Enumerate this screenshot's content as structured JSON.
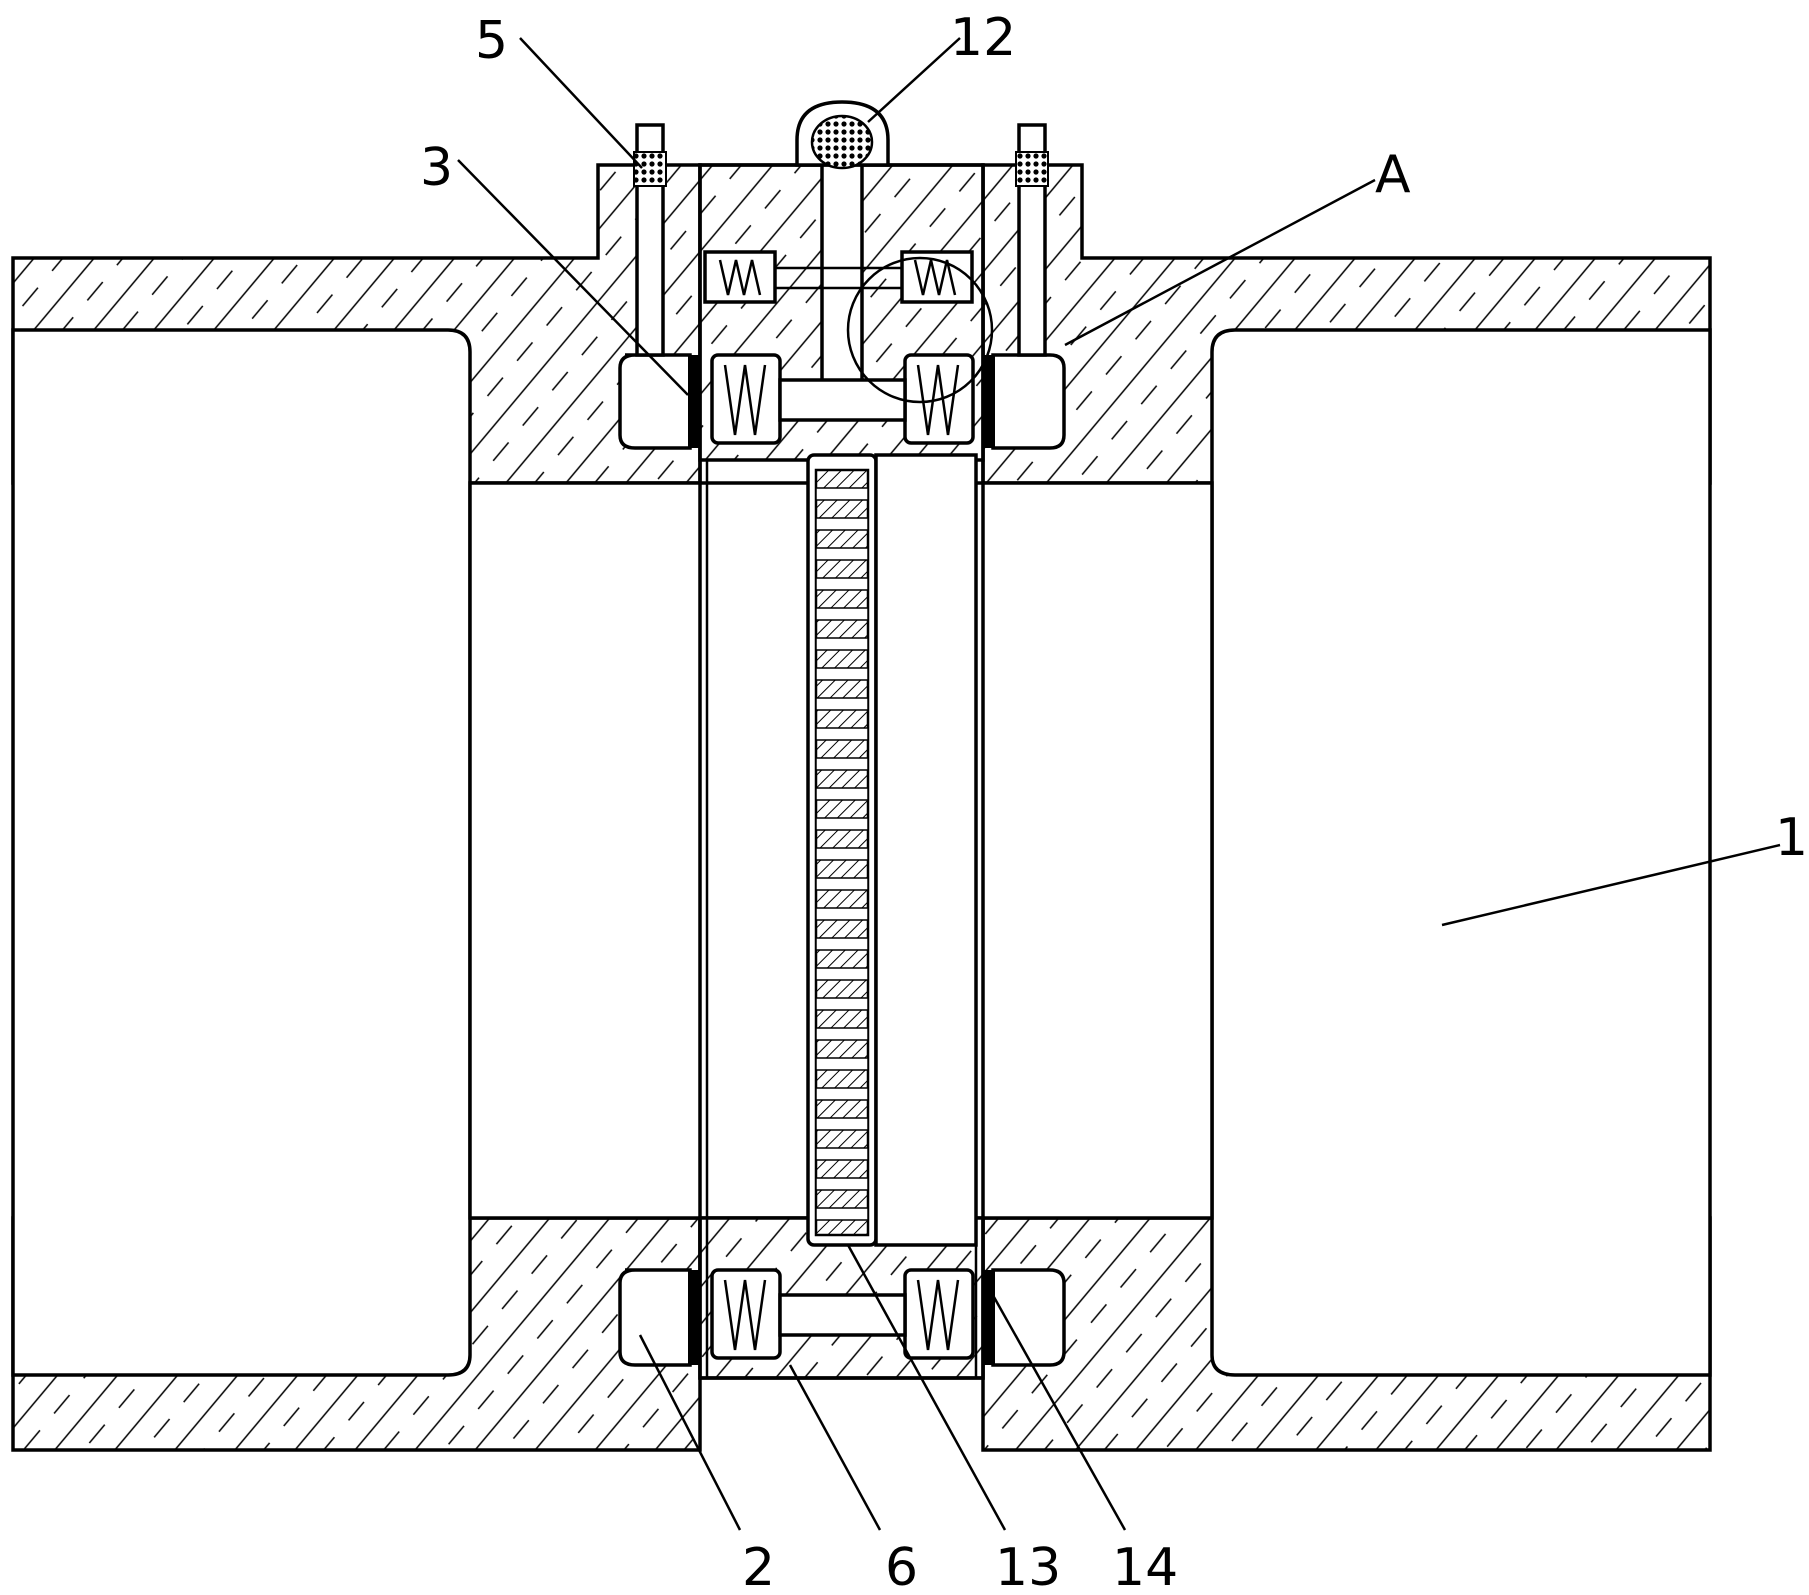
{
  "figure": {
    "labels": [
      {
        "id": "label-1",
        "text": "1"
      },
      {
        "id": "label-2",
        "text": "2"
      },
      {
        "id": "label-3",
        "text": "3"
      },
      {
        "id": "label-5",
        "text": "5"
      },
      {
        "id": "label-6",
        "text": "6"
      },
      {
        "id": "label-12",
        "text": "12"
      },
      {
        "id": "label-13",
        "text": "13"
      },
      {
        "id": "label-14",
        "text": "14"
      },
      {
        "id": "label-a",
        "text": "A"
      }
    ]
  }
}
